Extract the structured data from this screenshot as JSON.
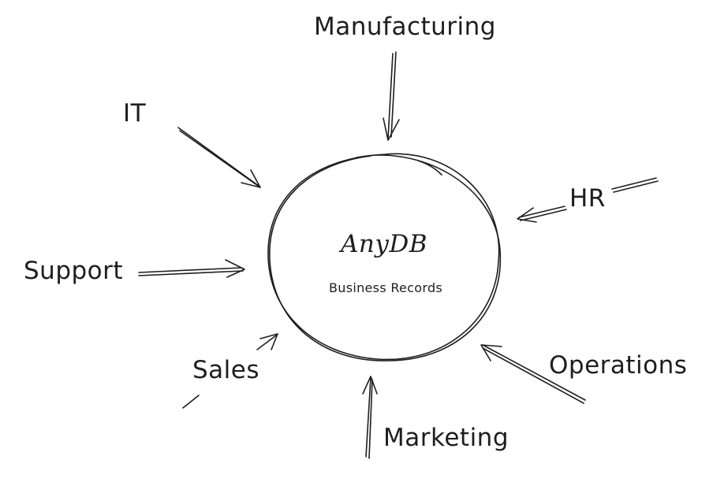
{
  "center": {
    "title": "AnyDB",
    "subtitle": "Business Records"
  },
  "sources": {
    "manufacturing": "Manufacturing",
    "it": "IT",
    "hr": "HR",
    "support": "Support",
    "sales": "Sales",
    "marketing": "Marketing",
    "operations": "Operations"
  },
  "colors": {
    "ink": "#1e1e1e",
    "background": "#ffffff"
  }
}
